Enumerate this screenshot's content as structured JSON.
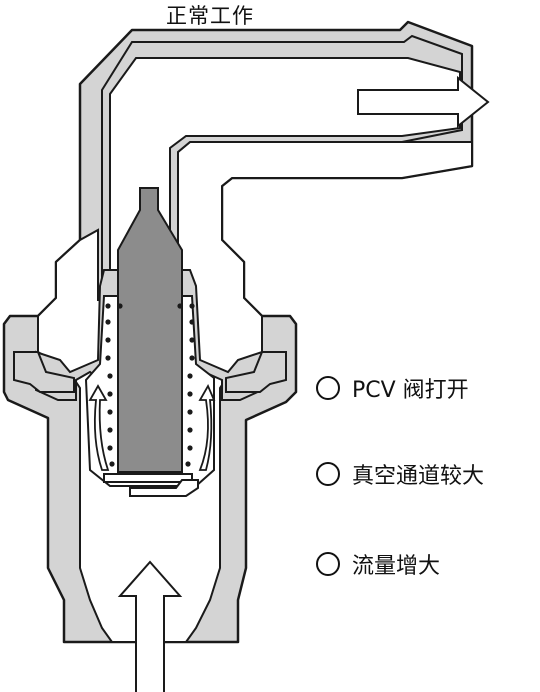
{
  "title": "正常工作",
  "notes": [
    {
      "text": "PCV 阀打开"
    },
    {
      "text": "真空通道较大"
    },
    {
      "text": "流量增大"
    }
  ],
  "colors": {
    "body_fill": "#d4d4d4",
    "plunger_fill": "#8c8c8c",
    "outline": "#1a1a1a",
    "arrow_fill": "#ffffff"
  }
}
